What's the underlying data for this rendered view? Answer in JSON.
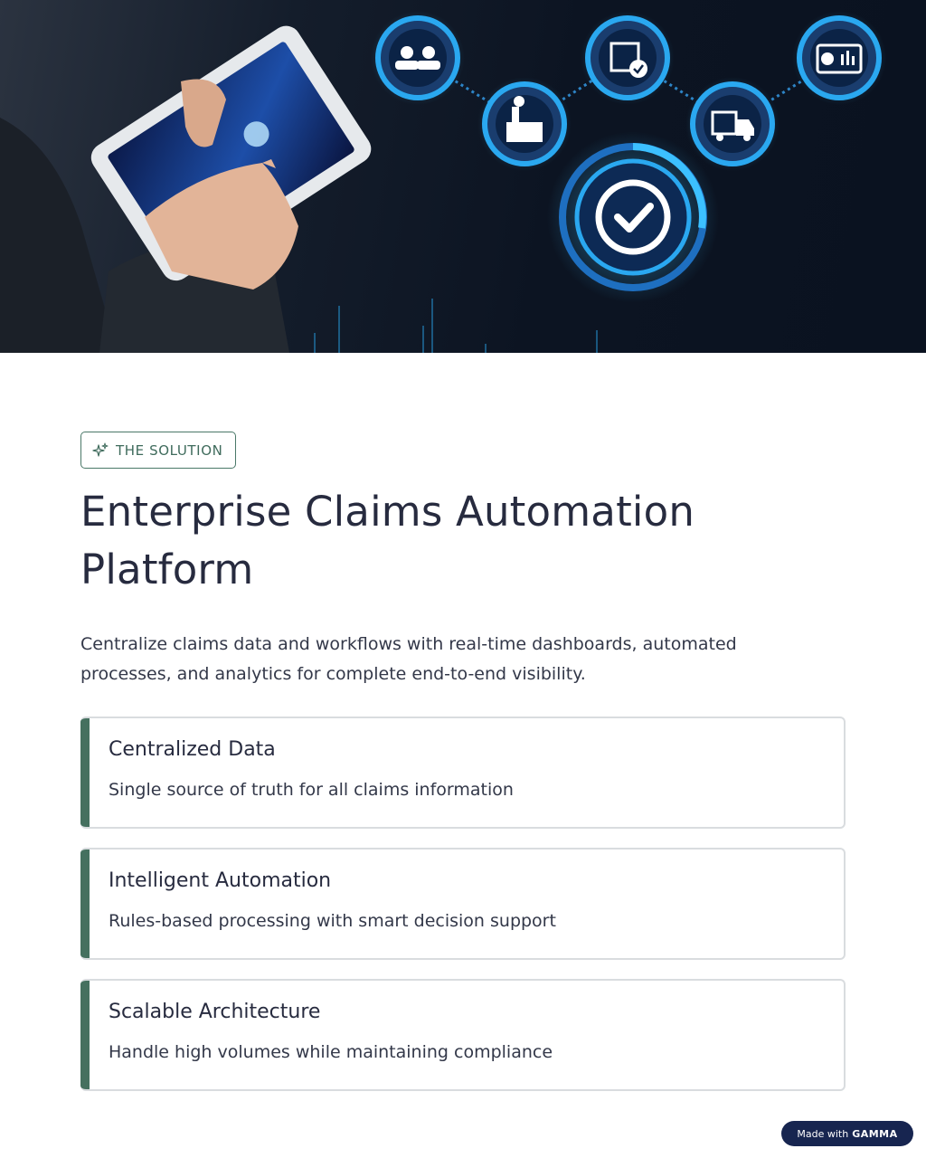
{
  "hero": {
    "image_description_icons": [
      "workers-icon",
      "factory-icon",
      "package-check-icon",
      "delivery-truck-icon",
      "dashboard-chart-icon",
      "checkmark-icon"
    ]
  },
  "section_tag": {
    "icon": "sparkle-icon",
    "label": "THE SOLUTION"
  },
  "title": "Enterprise Claims Automation Platform",
  "lead": "Centralize claims data and workflows with real-time dashboards, automated processes, and analytics for complete end-to-end visibility.",
  "cards": [
    {
      "title": "Centralized Data",
      "text": "Single source of truth for all claims information"
    },
    {
      "title": "Intelligent Automation",
      "text": "Rules-based processing with smart decision support"
    },
    {
      "title": "Scalable Architecture",
      "text": "Handle high volumes while maintaining compliance"
    }
  ],
  "badge": {
    "prefix": "Made with",
    "brand": "GAMMA"
  },
  "colors": {
    "accent": "#45705f",
    "title": "#272b3f",
    "badge_bg": "#172550",
    "glow": "#2aa8f0"
  }
}
